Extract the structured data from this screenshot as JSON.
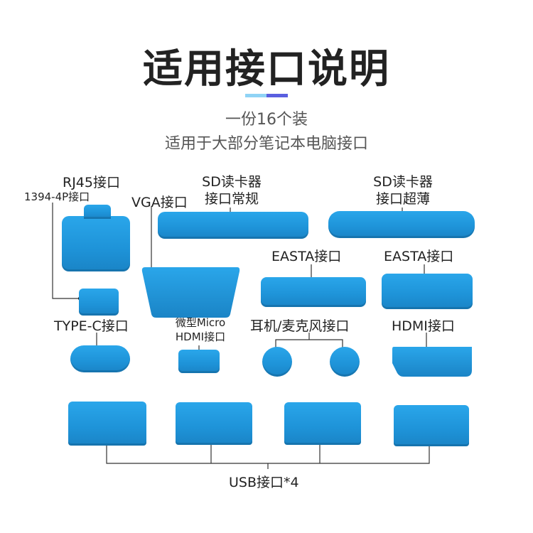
{
  "header": {
    "title": "适用接口说明",
    "subtitle_line1": "一份16个装",
    "subtitle_line2": "适用于大部分笔记本电脑接口",
    "accent_colors": [
      "#8fd3f5",
      "#5a5fe0"
    ]
  },
  "labels": {
    "rj45": "RJ45接口",
    "p1394": "1394-4P接口",
    "vga": "VGA接口",
    "sd_regular_1": "SD读卡器",
    "sd_regular_2": "接口常规",
    "sd_thin_1": "SD读卡器",
    "sd_thin_2": "接口超薄",
    "easta_1": "EASTA接口",
    "easta_2": "EASTA接口",
    "typec": "TYPE-C接口",
    "micro_hdmi_1": "微型Micro",
    "micro_hdmi_2": "HDMI接口",
    "audio": "耳机/麦克风接口",
    "hdmi": "HDMI接口",
    "usb": "USB接口*4"
  },
  "colors": {
    "plug_blue": "#1e93d8",
    "line": "#333333",
    "dot": "#111111"
  }
}
